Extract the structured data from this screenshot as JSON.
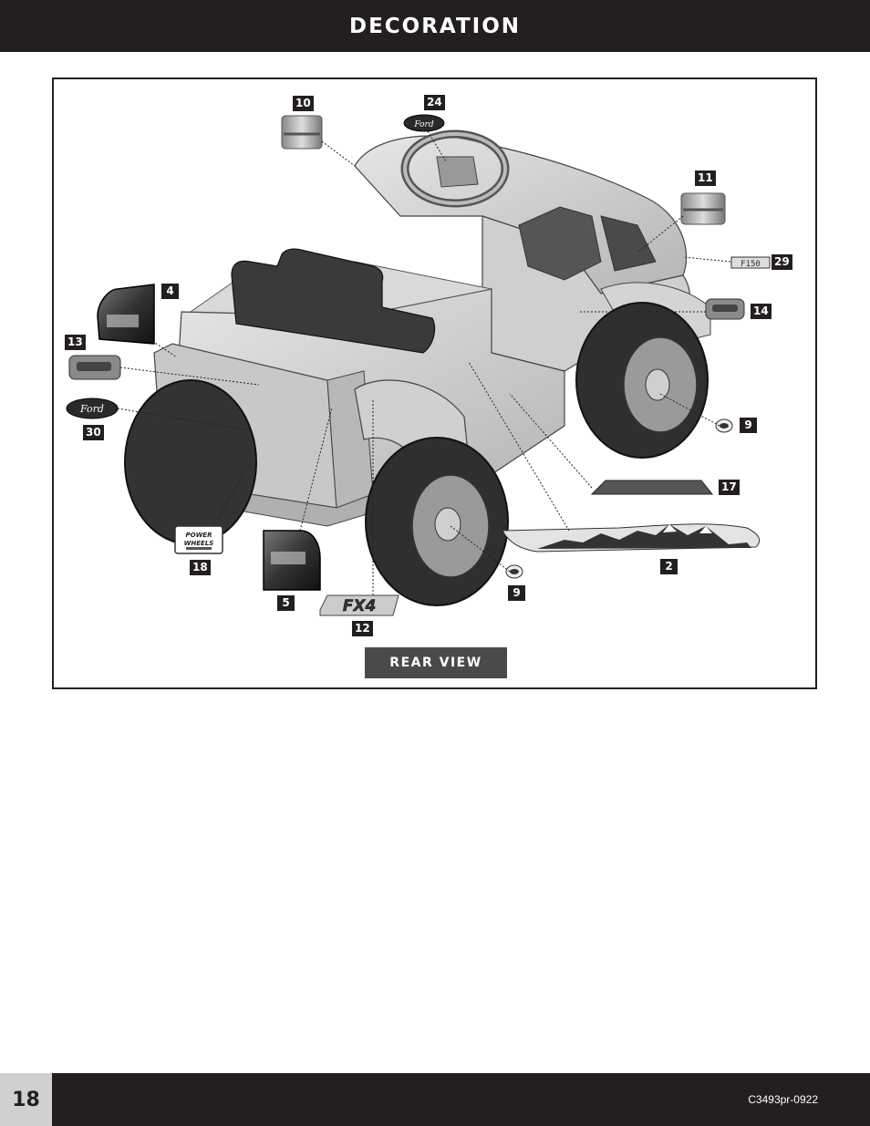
{
  "header": {
    "title": "DECORATION"
  },
  "diagram": {
    "view_label": "REAR VIEW",
    "callouts": {
      "c10": "10",
      "c24": "24",
      "c11": "11",
      "c29": "29",
      "c4": "4",
      "c14": "14",
      "c13": "13",
      "c9a": "9",
      "c30": "30",
      "c17": "17",
      "c18": "18",
      "c2": "2",
      "c5": "5",
      "c9b": "9",
      "c12": "12"
    },
    "decals": {
      "ford_oval": "Ford",
      "power_wheels": [
        "POWER",
        "WHEELS"
      ],
      "fx4": "FX4",
      "f150": "F150"
    }
  },
  "footer": {
    "page_number": "18",
    "code": "C3493pr-0922"
  }
}
